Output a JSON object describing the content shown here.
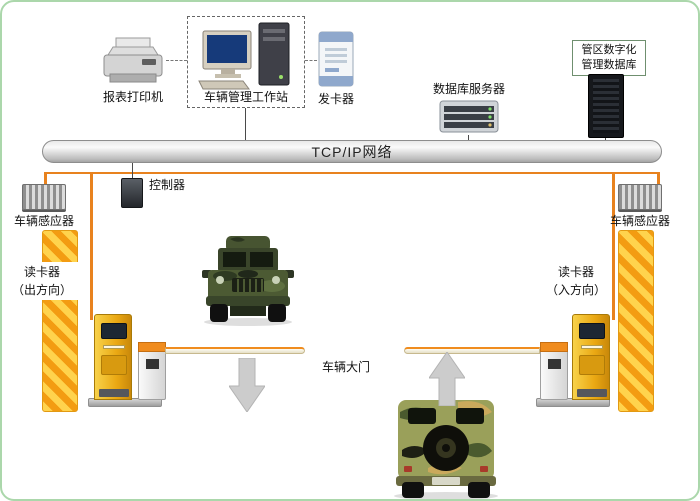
{
  "network": {
    "label": "TCP/IP网络"
  },
  "devices": {
    "printer": {
      "label": "报表打印机"
    },
    "workstation": {
      "label": "车辆管理工作站"
    },
    "card_issuer": {
      "label": "发卡器"
    },
    "db_server": {
      "label": "数据库服务器"
    },
    "mgmt_db": {
      "label_line1": "管区数字化",
      "label_line2": "管理数据库"
    },
    "controller": {
      "label": "控制器"
    },
    "sensor_left": {
      "label": "车辆感应器"
    },
    "sensor_right": {
      "label": "车辆感应器"
    },
    "reader_exit": {
      "label_line1": "读卡器",
      "label_line2": "（出方向）"
    },
    "reader_entry": {
      "label_line1": "读卡器",
      "label_line2": "（入方向）"
    },
    "gate": {
      "label": "车辆大门"
    }
  },
  "colors": {
    "canvas_border": "#abd7ab",
    "cable_orange": "#e8821e",
    "fence_yellow": "#ffd34d",
    "fence_orange": "#f39c12",
    "bus_gray": "#bdbdbd"
  }
}
